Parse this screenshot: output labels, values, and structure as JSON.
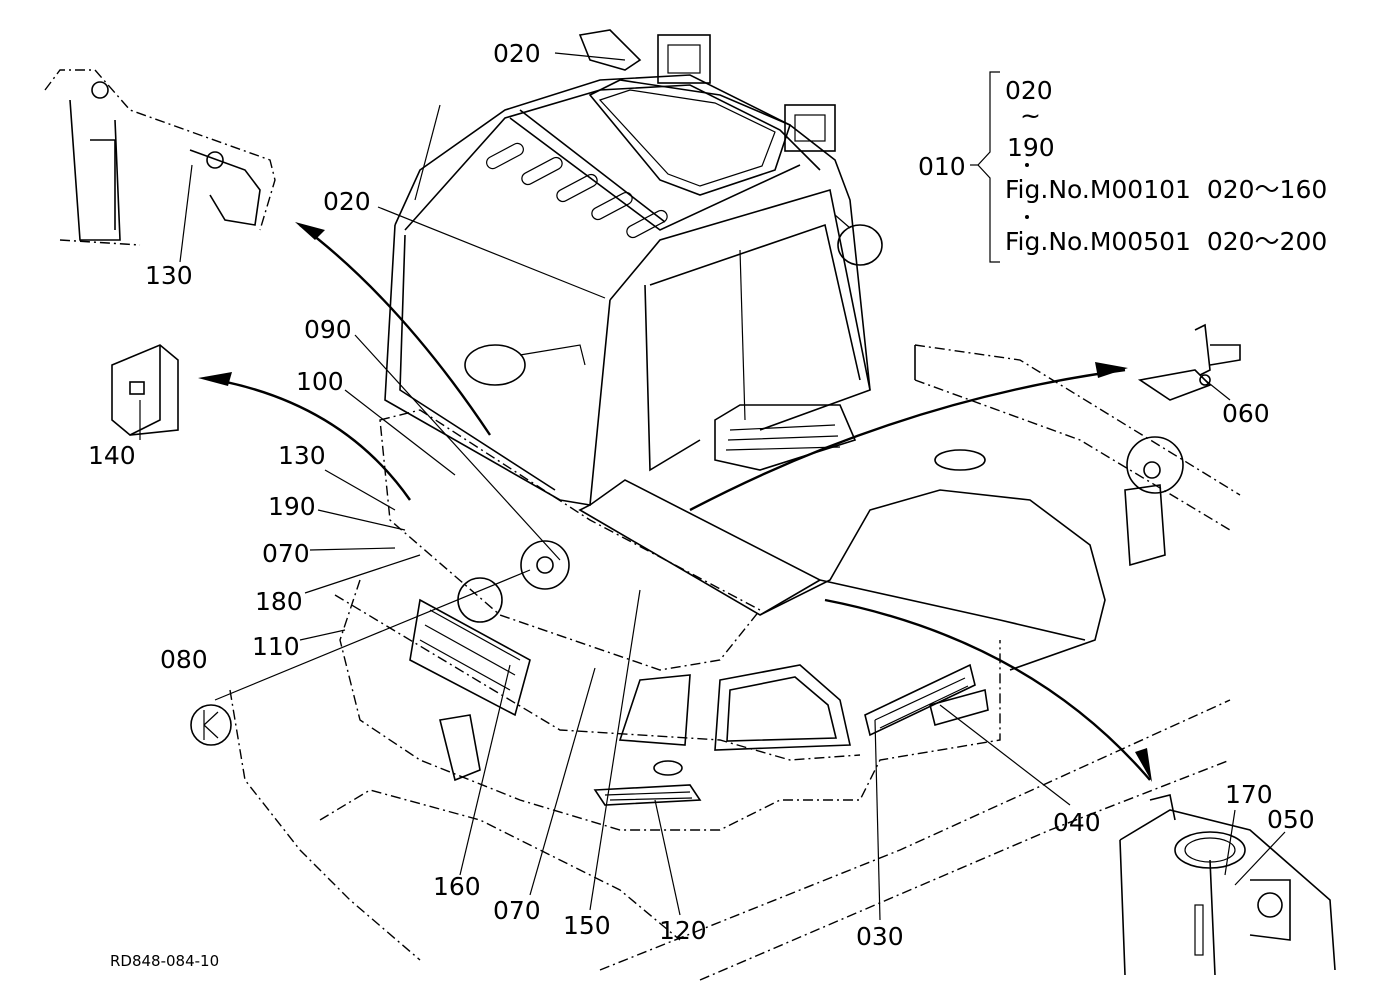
{
  "drawing_code": "RD848-084-10",
  "group": {
    "id": "010",
    "range_top": "020",
    "range_tilde": "~",
    "range_bottom": "190",
    "ref1": "Fig.No.M00101  020～160",
    "ref2": "Fig.No.M00501  020～200"
  },
  "callouts": [
    {
      "key": "c020a",
      "text": "020"
    },
    {
      "key": "c020b",
      "text": "020"
    },
    {
      "key": "c130a",
      "text": "130"
    },
    {
      "key": "c090",
      "text": "090"
    },
    {
      "key": "c100",
      "text": "100"
    },
    {
      "key": "c140",
      "text": "140"
    },
    {
      "key": "c130b",
      "text": "130"
    },
    {
      "key": "c190",
      "text": "190"
    },
    {
      "key": "c070a",
      "text": "070"
    },
    {
      "key": "c180",
      "text": "180"
    },
    {
      "key": "c110",
      "text": "110"
    },
    {
      "key": "c080",
      "text": "080"
    },
    {
      "key": "c060",
      "text": "060"
    },
    {
      "key": "c160",
      "text": "160"
    },
    {
      "key": "c070b",
      "text": "070"
    },
    {
      "key": "c150",
      "text": "150"
    },
    {
      "key": "c120",
      "text": "120"
    },
    {
      "key": "c030",
      "text": "030"
    },
    {
      "key": "c040",
      "text": "040"
    },
    {
      "key": "c170",
      "text": "170"
    },
    {
      "key": "c050",
      "text": "050"
    }
  ]
}
